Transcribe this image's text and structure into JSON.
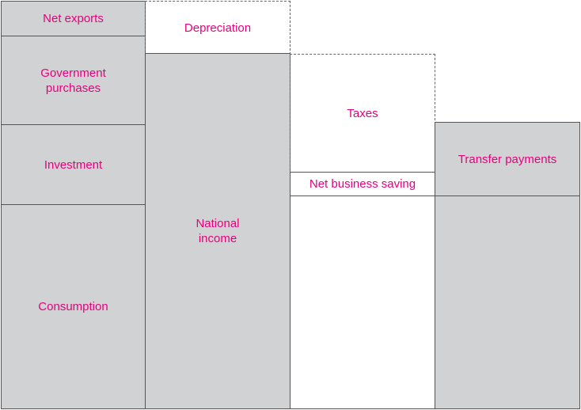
{
  "columns": {
    "expenditure": {
      "net_exports": "Net exports",
      "government_purchases": "Government\npurchases",
      "investment": "Investment",
      "consumption": "Consumption"
    },
    "income": {
      "depreciation": "Depreciation",
      "national_income": "National\nincome"
    },
    "deductions": {
      "taxes": "Taxes",
      "net_business_saving": "Net business saving"
    },
    "transfers": {
      "transfer_payments": "Transfer payments"
    }
  },
  "colors": {
    "label": "#e6007e",
    "fill": "#d1d2d3",
    "border": "#555555"
  }
}
